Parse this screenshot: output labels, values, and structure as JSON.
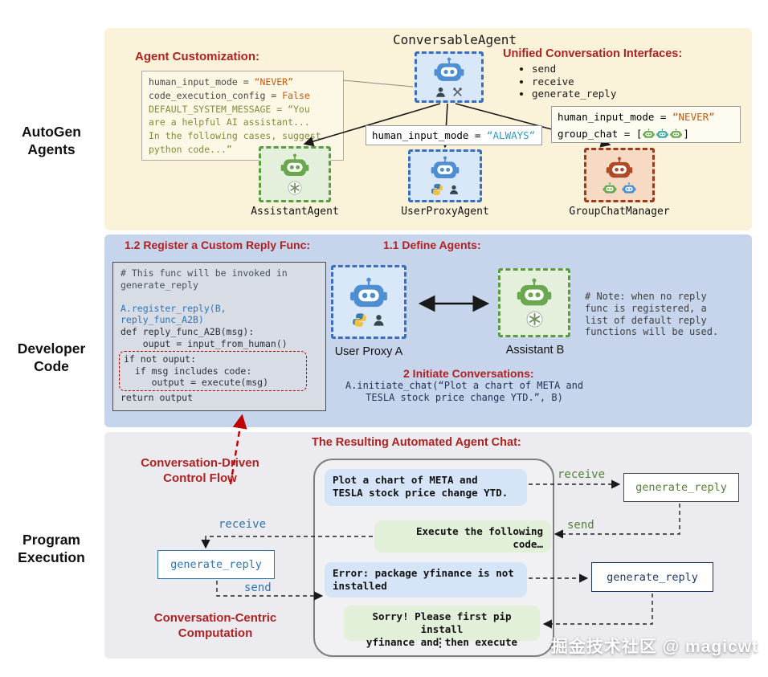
{
  "colors": {
    "heading_red": "#B02121",
    "band_top": "#FBF2DA",
    "band_middle": "#C7D5EC",
    "band_bottom": "#ECECF0",
    "blue": "#2E74B5",
    "green": "#538135",
    "navy": "#1F3864",
    "orange": "#C55A11"
  },
  "side": {
    "autogen": "AutoGen\nAgents",
    "developer": "Developer\nCode",
    "program": "Program\nExecution"
  },
  "top": {
    "title": "ConversableAgent",
    "customization_heading": "Agent Customization:",
    "custom_code": [
      [
        {
          "t": "human_input_mode = ",
          "c": ""
        },
        {
          "t": "“NEVER”",
          "c": "org"
        }
      ],
      [
        {
          "t": "code_execution_config = ",
          "c": ""
        },
        {
          "t": "False",
          "c": "org"
        }
      ],
      [
        {
          "t": "DEFAULT_SYSTEM_MESSAGE = “You",
          "c": "grn"
        }
      ],
      [
        {
          "t": "are a helpful AI assistant...",
          "c": "grn"
        }
      ],
      [
        {
          "t": "In the following cases, suggest",
          "c": "grn"
        }
      ],
      [
        {
          "t": "python code...”",
          "c": "grn"
        }
      ]
    ],
    "interfaces_heading": "Unified Conversation Interfaces:",
    "interfaces": [
      "send",
      "receive",
      "generate_reply"
    ],
    "always_code": [
      [
        {
          "t": "human_input_mode = ",
          "c": ""
        },
        {
          "t": "“ALWAYS”",
          "c": "cyn"
        }
      ]
    ],
    "never_line1": [
      [
        {
          "t": "human_input_mode = ",
          "c": ""
        },
        {
          "t": "“NEVER”",
          "c": "org"
        }
      ]
    ],
    "never_line2_prefix": "group_chat = [",
    "never_line2_suffix": "]",
    "assistant_label": "AssistantAgent",
    "userproxy_label": "UserProxyAgent",
    "groupchat_label": "GroupChatManager"
  },
  "middle": {
    "register_heading": "1.2 Register a Custom Reply Func:",
    "define_heading": "1.1 Define Agents:",
    "code_top": [
      [
        {
          "t": "# This func will be invoked in",
          "c": "gry"
        }
      ],
      [
        {
          "t": "generate_reply",
          "c": "gry"
        }
      ],
      [
        {
          "t": " ",
          "c": ""
        }
      ],
      [
        {
          "t": "A.register_reply(B,",
          "c": "blu"
        }
      ],
      [
        {
          "t": "reply_func_A2B)",
          "c": "blu"
        }
      ],
      [
        {
          "t": "def reply_func_A2B(msg):",
          "c": ""
        }
      ],
      [
        {
          "t": "    ouput = input_from_human()",
          "c": ""
        }
      ]
    ],
    "code_boxed": [
      [
        {
          "t": "if not ouput:",
          "c": ""
        }
      ],
      [
        {
          "t": "  if msg includes code:",
          "c": ""
        }
      ],
      [
        {
          "t": "     output = execute(msg)",
          "c": ""
        }
      ]
    ],
    "code_bottom": [
      [
        {
          "t": "return output",
          "c": ""
        }
      ]
    ],
    "user_proxy_label": "User Proxy A",
    "assistant_label": "Assistant B",
    "initiate_heading": "2 Initiate Conversations:",
    "initiate_code": "A.initiate_chat(“Plot a chart of META and\nTESLA stock price change YTD.”, B)",
    "note": "# Note: when no reply\nfunc is registered, a\nlist of default reply\nfunctions will be used."
  },
  "bottom": {
    "control_flow": "Conversation-Driven\nControl Flow",
    "chat_heading": "The Resulting Automated Agent Chat:",
    "bubbles": [
      {
        "text": "Plot a chart of META and\nTESLA stock price change YTD."
      },
      {
        "text": "Execute the following\ncode…"
      },
      {
        "text": "Error: package yfinance is not\ninstalled"
      },
      {
        "text": "Sorry! Please first pip install\nyfinance and then execute"
      }
    ],
    "ellipsis": "⋮",
    "gen_reply_left": "generate_reply",
    "gen_reply_top_right": "generate_reply",
    "gen_reply_bottom_right": "generate_reply",
    "receive_left": "receive",
    "send_left": "send",
    "receive_right": "receive",
    "send_right": "send",
    "computation": "Conversation-Centric\nComputation",
    "watermark": "掘金技术社区 @ magicwt"
  }
}
